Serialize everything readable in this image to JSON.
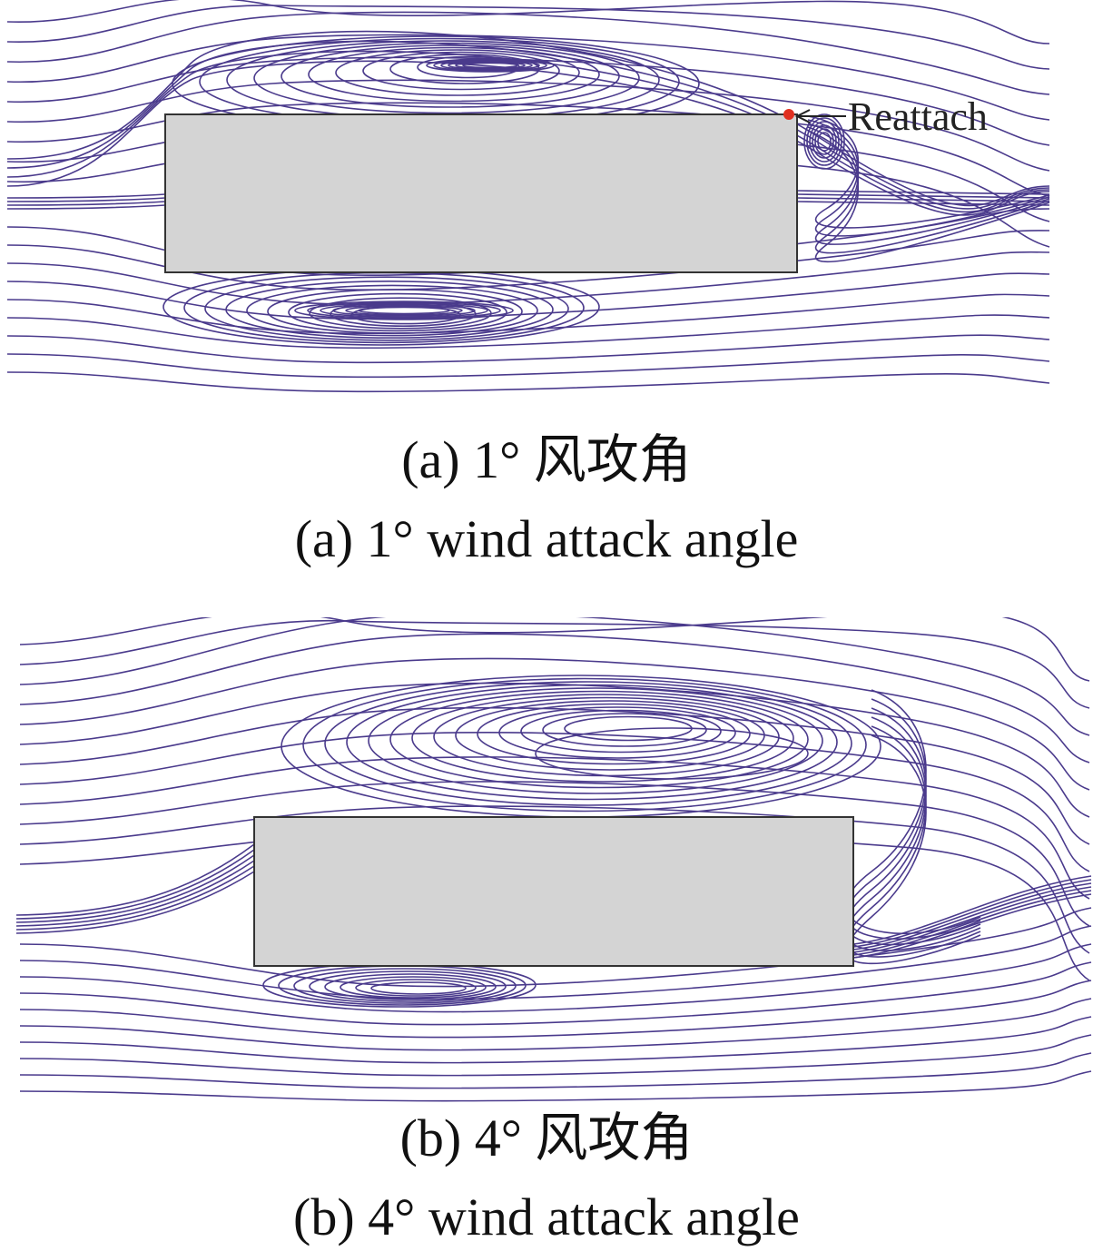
{
  "panels": [
    {
      "id": "a",
      "caption_cn": "(a) 1° 风攻角",
      "caption_en": "(a) 1° wind attack angle",
      "annotation": "Reattach"
    },
    {
      "id": "b",
      "caption_cn": "(b) 4° 风攻角",
      "caption_en": "(b) 4° wind attack angle"
    }
  ],
  "colors": {
    "streamline": "#4a3a8c",
    "body_fill": "#d4d4d4",
    "body_stroke": "#333333",
    "reattach_marker": "#e03020"
  }
}
